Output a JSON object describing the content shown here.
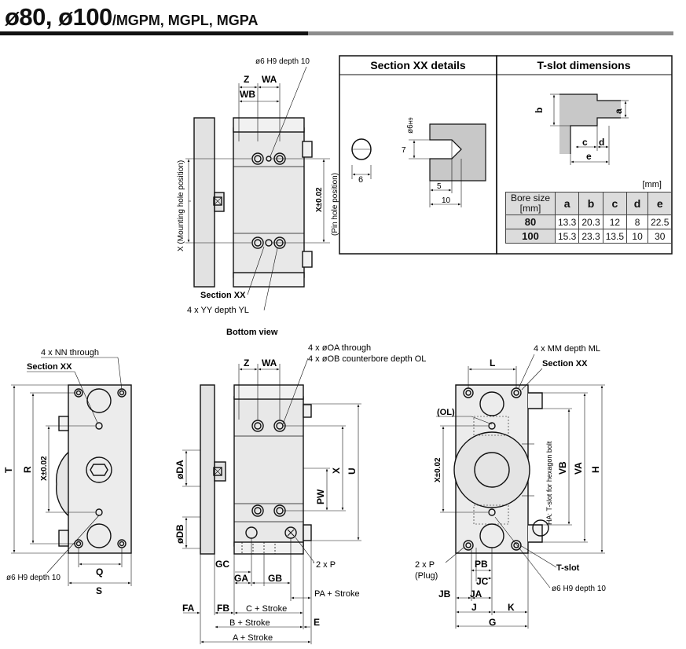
{
  "title": {
    "main": "ø80, ø100",
    "sub": "/MGPM, MGPL, MGPA"
  },
  "section_xx": {
    "title": "Section XX details",
    "hole_label": "ø6",
    "hole_tol": "H9",
    "dims": [
      "7",
      "6",
      "5",
      "10"
    ]
  },
  "tslot": {
    "title": "T-slot dimensions",
    "unit": "[mm]",
    "dims": [
      "b",
      "a",
      "c",
      "d",
      "e"
    ],
    "headers": [
      "Bore size [mm]",
      "a",
      "b",
      "c",
      "d",
      "e"
    ],
    "rows": [
      [
        "80",
        "13.3",
        "20.3",
        "12",
        "8",
        "22.5"
      ],
      [
        "100",
        "15.3",
        "23.3",
        "13.5",
        "10",
        "30"
      ]
    ]
  },
  "top_view": {
    "labels": {
      "hole": "ø6 H9 depth 10",
      "z": "Z",
      "wa": "WA",
      "wb": "WB",
      "x_mount": "X (Mounting hole position)",
      "x_pin": "X±0.02",
      "x_pin2": "(Pin hole position)",
      "section": "Section XX",
      "yy": "4 x YY depth YL",
      "caption": "Bottom view"
    }
  },
  "left_view": {
    "labels": {
      "nn": "4 x NN through",
      "section": "Section XX",
      "t": "T",
      "r": "R",
      "x": "X±0.02",
      "q": "Q",
      "s": "S",
      "hole": "ø6 H9 depth 10"
    }
  },
  "middle_view": {
    "labels": {
      "oa": "4 x øOA through",
      "ob": "4 x øOB counterbore depth OL",
      "z": "Z",
      "wa": "WA",
      "da": "øDA",
      "db": "øDB",
      "pw": "PW",
      "x": "X",
      "u": "U",
      "gc": "GC",
      "ga": "GA",
      "gb": "GB",
      "p": "2 x P",
      "pa": "PA + Stroke",
      "fa": "FA",
      "fb": "FB",
      "c": "C + Stroke",
      "b": "B + Stroke",
      "e": "E",
      "a": "A + Stroke"
    }
  },
  "right_view": {
    "labels": {
      "mm": "4 x MM depth ML",
      "l": "L",
      "section": "Section XX",
      "ol": "(OL)",
      "x": "X±0.02",
      "vb": "VB",
      "va": "VA",
      "h": "H",
      "ha": "HA: T-slot for hexagon bolt",
      "p": "2 x P",
      "plug": "(Plug)",
      "pb": "PB",
      "jc": "JC",
      "jb": "JB",
      "ja": "JA",
      "tslot": "T-slot",
      "hole": "ø6 H9 depth 10",
      "j": "J",
      "k": "K",
      "g": "G"
    }
  }
}
